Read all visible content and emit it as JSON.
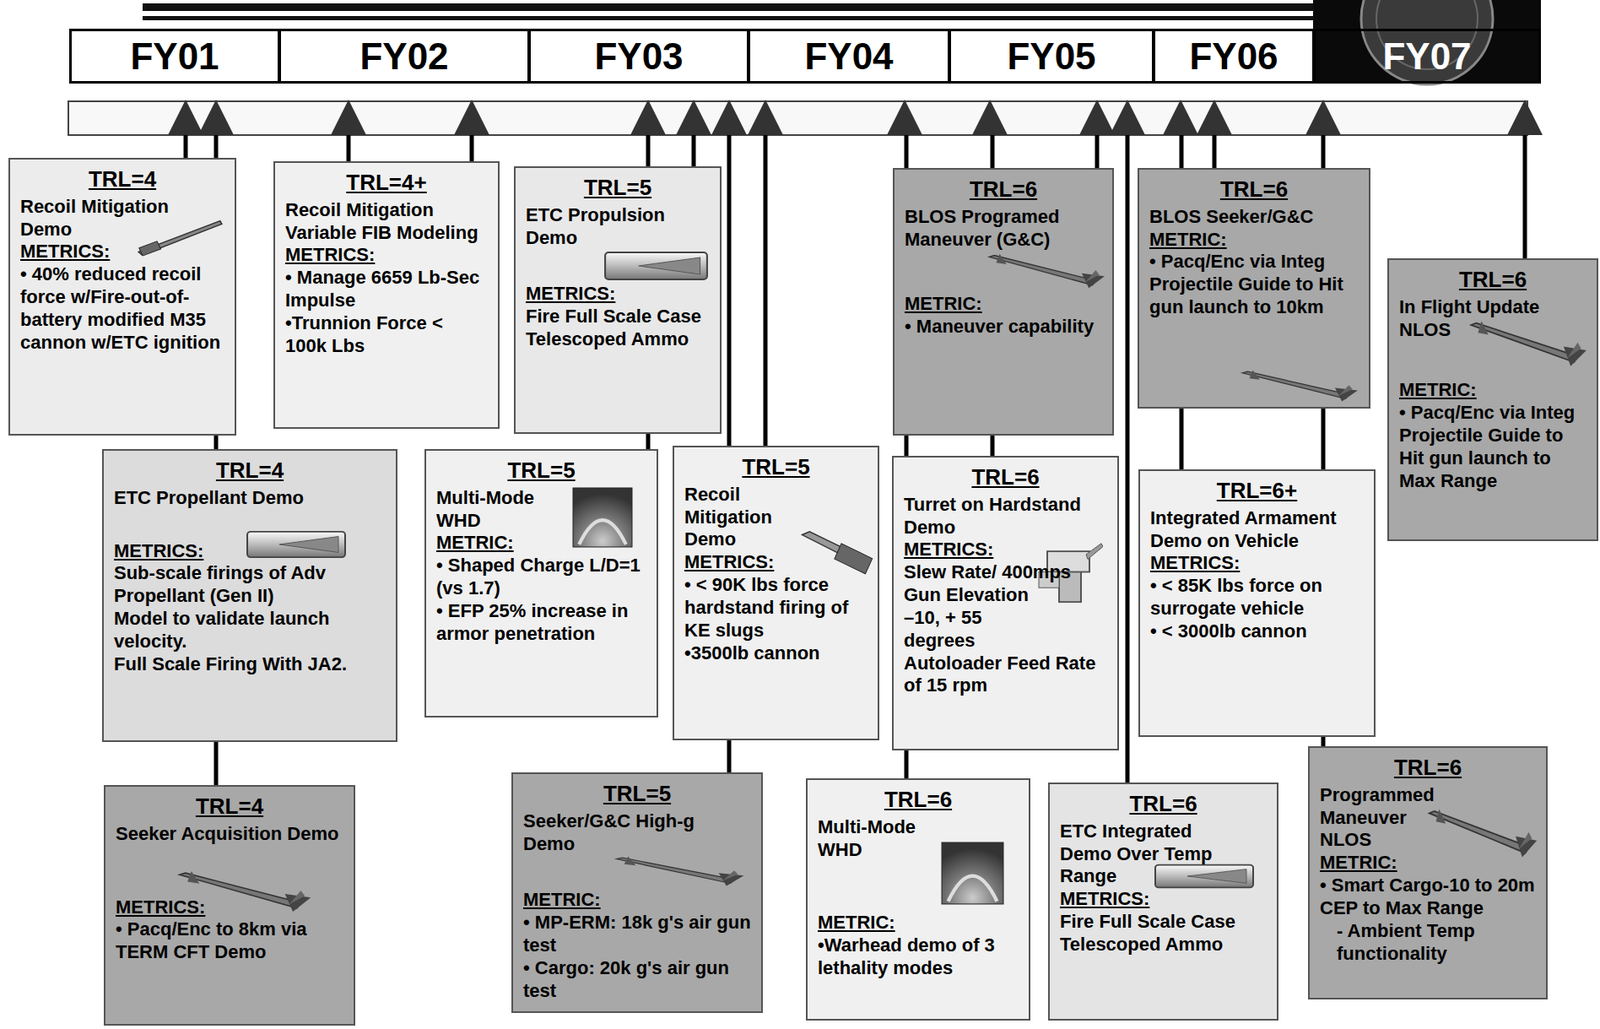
{
  "diagram": {
    "nodes": [
      {
        "text": [
          "FY01"
        ]
      },
      {
        "text": [
          "FY02"
        ]
      },
      {
        "text": [
          "FY03"
        ]
      },
      {
        "text": [
          "FY04"
        ]
      },
      {
        "text": [
          "FY05"
        ]
      },
      {
        "text": [
          "FY06"
        ]
      },
      {
        "text": [
          "FY07"
        ]
      },
      {
        "text": [
          "TRL=4",
          "Recoil Mitigation Demo",
          "METRICS:",
          "• 40% reduced recoil force w/Fire-out-of-battery modified M35 cannon w/ETC ignition"
        ]
      },
      {
        "text": [
          "TRL=4+",
          "Recoil Mitigation Variable FIB Modeling",
          "METRICS:",
          "• Manage 6659 Lb-Sec Impulse",
          "•Trunnion Force < 100k Lbs"
        ]
      },
      {
        "text": [
          "TRL=5",
          "ETC Propulsion Demo",
          "METRICS:",
          "Fire Full Scale Case Telescoped Ammo"
        ]
      },
      {
        "text": [
          "TRL=6",
          "BLOS Programed Maneuver (G&C)",
          "METRIC:",
          "• Maneuver capability"
        ]
      },
      {
        "text": [
          "TRL=6",
          "BLOS Seeker/G&C",
          "METRIC:",
          "• Pacq/Enc via Integ Projectile Guide to Hit gun launch to 10km"
        ]
      },
      {
        "text": [
          "TRL=6",
          "In Flight Update NLOS",
          "METRIC:",
          "• Pacq/Enc via Integ Projectile Guide to Hit gun launch to Max Range"
        ]
      },
      {
        "text": [
          "TRL=4",
          "ETC Propellant Demo",
          "METRICS:",
          "Sub-scale firings of Adv Propellant (Gen II)",
          "Model to validate launch velocity.",
          "Full Scale Firing With JA2."
        ]
      },
      {
        "text": [
          "TRL=5",
          "Multi-Mode WHD",
          "METRIC:",
          "• Shaped Charge L/D=1 (vs 1.7)",
          "• EFP 25% increase in armor penetration"
        ]
      },
      {
        "text": [
          "TRL=5",
          "Recoil Mitigation Demo",
          "METRICS:",
          "• < 90K lbs force hardstand firing of KE slugs",
          "•3500lb cannon"
        ]
      },
      {
        "text": [
          "TRL=6",
          "Turret on Hardstand Demo",
          "METRICS:",
          "Slew Rate/ 400mps",
          "Gun Elevation –10, + 55 degrees",
          "Autoloader Feed Rate of 15 rpm"
        ]
      },
      {
        "text": [
          "TRL=6+",
          "Integrated Armament Demo on Vehicle",
          "METRICS:",
          "• < 85K lbs force on surrogate vehicle",
          "• < 3000lb cannon"
        ]
      },
      {
        "text": [
          "TRL=4",
          "Seeker Acquisition Demo",
          "METRICS:",
          "• Pacq/Enc to 8km via TERM CFT Demo"
        ]
      },
      {
        "text": [
          "TRL=5",
          "Seeker/G&C High-g Demo",
          "METRIC:",
          "• MP-ERM: 18k g's air gun test",
          "• Cargo: 20k g's air gun test"
        ]
      },
      {
        "text": [
          "TRL=6",
          "Multi-Mode WHD",
          "METRIC:",
          "•Warhead demo of 3 lethality modes"
        ]
      },
      {
        "text": [
          "TRL=6",
          "ETC Integrated Demo Over Temp Range",
          "METRICS:",
          "Fire Full Scale Case Telescoped Ammo"
        ]
      },
      {
        "text": [
          "TRL=6",
          "Programmed Maneuver NLOS",
          "METRIC:",
          "• Smart Cargo-10 to 20m CEP to Max Range",
          "- Ambient Temp functionality"
        ]
      }
    ]
  }
}
